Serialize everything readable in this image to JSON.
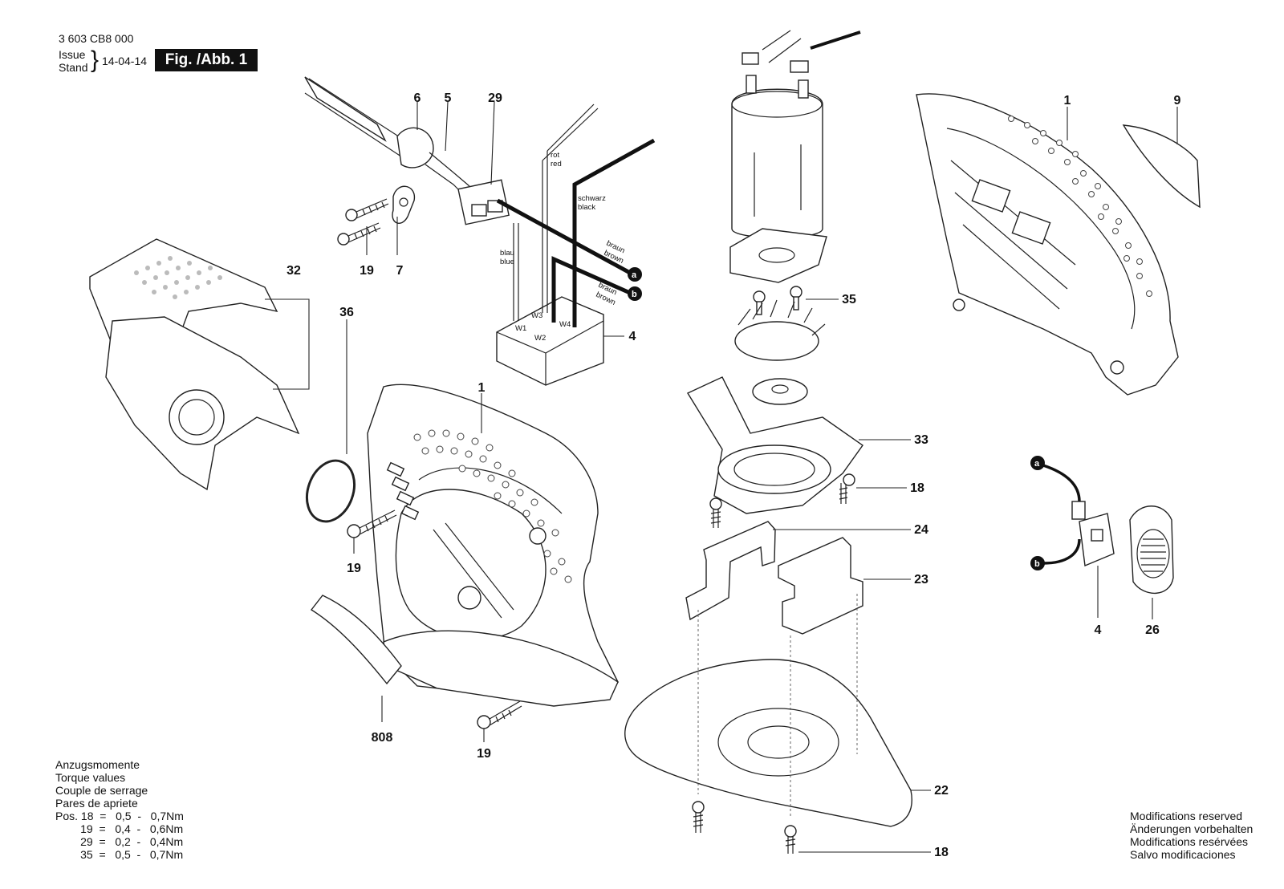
{
  "header": {
    "part_number": "3 603 CB8 000",
    "issue_label": "Issue",
    "stand_label": "Stand",
    "date": "14-04-14",
    "figure": "Fig. /Abb. 1"
  },
  "callouts": [
    "6",
    "5",
    "29",
    "19",
    "7",
    "32",
    "36",
    "4",
    "1",
    "19",
    "808",
    "19",
    "35",
    "33",
    "18",
    "24",
    "23",
    "22",
    "18",
    "1",
    "9",
    "4",
    "26"
  ],
  "wire_labels": {
    "rot": "rot",
    "red": "red",
    "schwarz": "schwarz",
    "black": "black",
    "braun1": "braun",
    "brown1": "brown",
    "braun2": "braun",
    "brown2": "brown",
    "blau": "blau",
    "blue": "blue",
    "w1": "W1",
    "w2": "W2",
    "w3": "W3",
    "w4": "W4"
  },
  "connectors": {
    "a": "a",
    "b": "b"
  },
  "torque": {
    "title_de": "Anzugsmomente",
    "title_en": "Torque values",
    "title_fr": "Couple de serrage",
    "title_es": "Pares de apriete",
    "rows": [
      "Pos. 18  =   0,5  -   0,7Nm",
      "        19  =   0,4  -   0,6Nm",
      "        29  =   0,2  -   0,4Nm",
      "        35  =   0,5  -   0,7Nm"
    ]
  },
  "notice": [
    "Modifications reserved",
    "Änderungen vorbehalten",
    "Modifications resérvées",
    "Salvo modificaciones"
  ]
}
